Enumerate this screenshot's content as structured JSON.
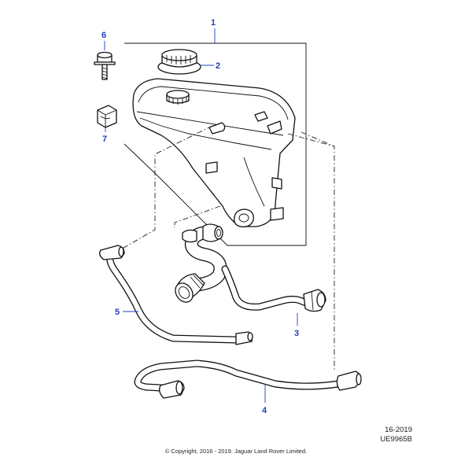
{
  "callouts": [
    {
      "id": "1",
      "label": "1",
      "part": "coolant expansion tank"
    },
    {
      "id": "2",
      "label": "2",
      "part": "filler cap"
    },
    {
      "id": "3",
      "label": "3",
      "part": "coolant hose"
    },
    {
      "id": "4",
      "label": "4",
      "part": "coolant hose"
    },
    {
      "id": "5",
      "label": "5",
      "part": "coolant hose"
    },
    {
      "id": "6",
      "label": "6",
      "part": "bolt"
    },
    {
      "id": "7",
      "label": "7",
      "part": "clip"
    }
  ],
  "footer": {
    "revision": "16-2019",
    "drawing_number": "UE9965B",
    "copyright": "© Copyright, 2016 - 2019. Jaguar Land Rover Limited."
  },
  "colors": {
    "callout": "#1f3fbf",
    "line": "#111111",
    "background": "#ffffff"
  }
}
